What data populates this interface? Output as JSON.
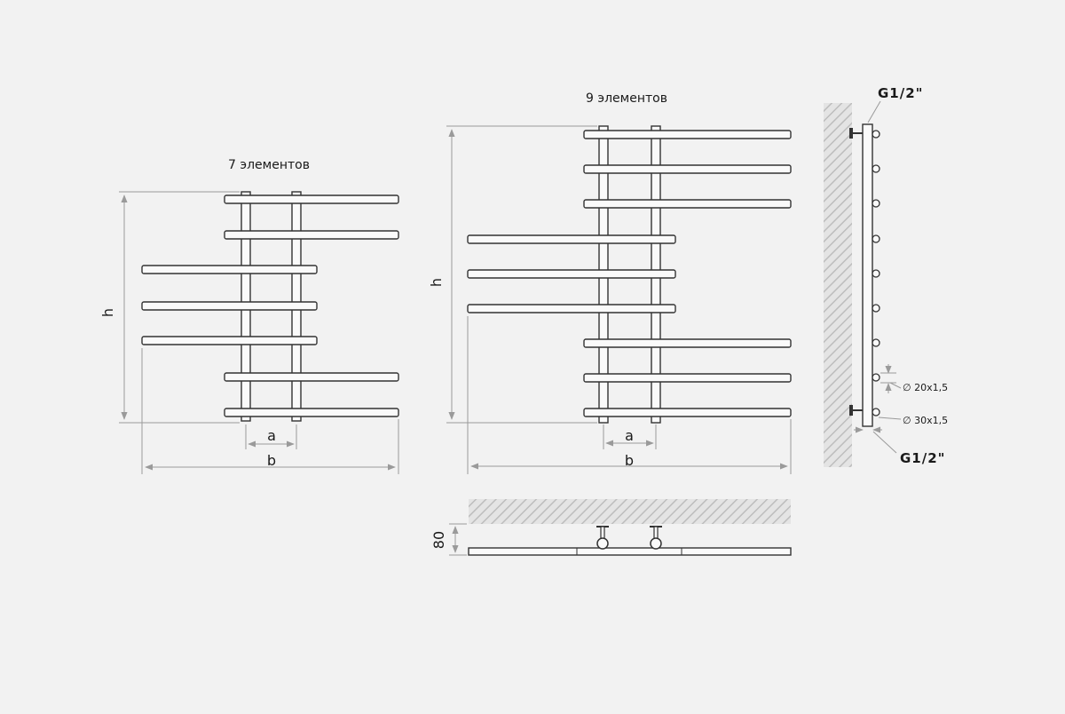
{
  "colors": {
    "background": "#f2f2f2",
    "line": "#333333",
    "bar_fill": "#fafafa",
    "dimension": "#9a9a9a",
    "hatch": "#bdbdbd"
  },
  "front_view_7": {
    "title": "7 элементов",
    "height_label": "h",
    "width_a_label": "a",
    "width_b_label": "b"
  },
  "front_view_9": {
    "title": "9 элементов",
    "height_label": "h",
    "width_a_label": "a",
    "width_b_label": "b"
  },
  "side_view": {
    "top_connection": "G1/2\"",
    "bottom_connection": "G1/2\"",
    "tube_small": "∅ 20x1,5",
    "tube_large": "∅ 30x1,5"
  },
  "top_view": {
    "depth_label": "80"
  }
}
